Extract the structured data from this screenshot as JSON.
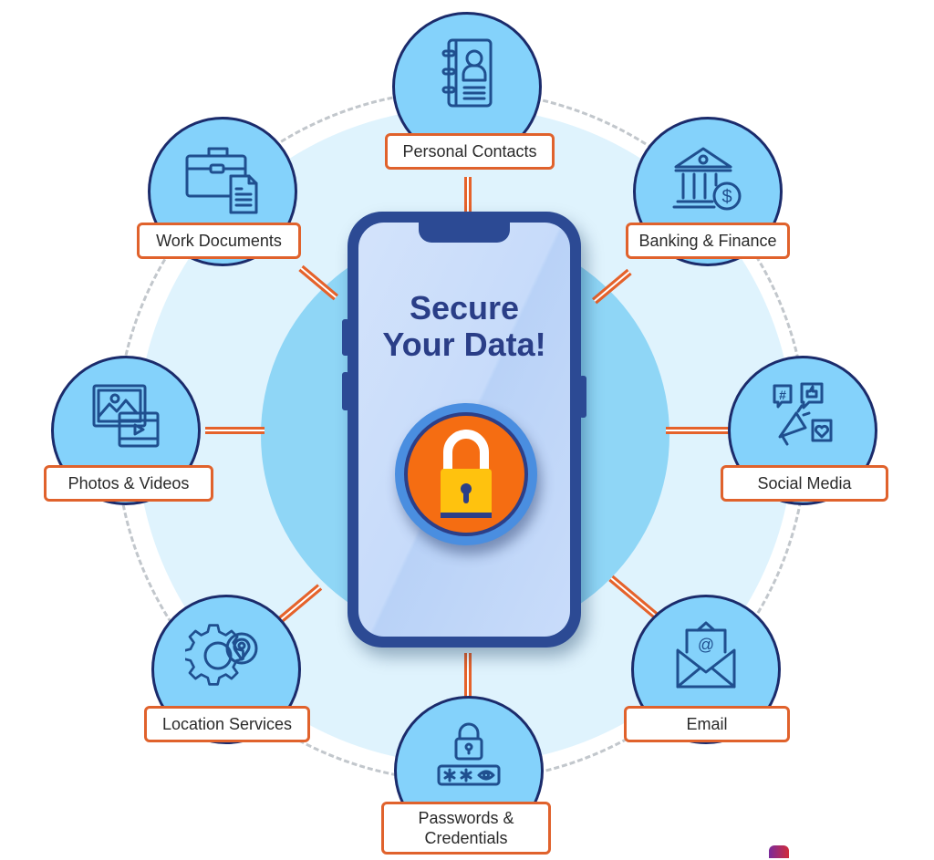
{
  "diagram": {
    "title_line1": "Secure",
    "title_line2": "Your Data!",
    "center_icon": "padlock-icon",
    "colors": {
      "accent_orange": "#E5622B",
      "navy": "#2A3E87",
      "node_fill": "#84D2FB",
      "lock_orange": "#F56D12",
      "lock_yellow": "#FFC20E",
      "background_circle": "#DFF3FD",
      "inner_circle": "#8FD6F6"
    },
    "nodes": [
      {
        "label": "Personal Contacts",
        "icon": "address-book-icon"
      },
      {
        "label": "Banking & Finance",
        "icon": "bank-dollar-icon"
      },
      {
        "label": "Social Media",
        "icon": "megaphone-social-icon"
      },
      {
        "label": "Email",
        "icon": "envelope-at-icon"
      },
      {
        "label": "Passwords & Credentials",
        "icon": "password-lock-icon"
      },
      {
        "label": "Location Services",
        "icon": "gear-location-icon"
      },
      {
        "label": "Photos & Videos",
        "icon": "photo-video-icon"
      },
      {
        "label": "Work Documents",
        "icon": "briefcase-document-icon"
      }
    ]
  }
}
